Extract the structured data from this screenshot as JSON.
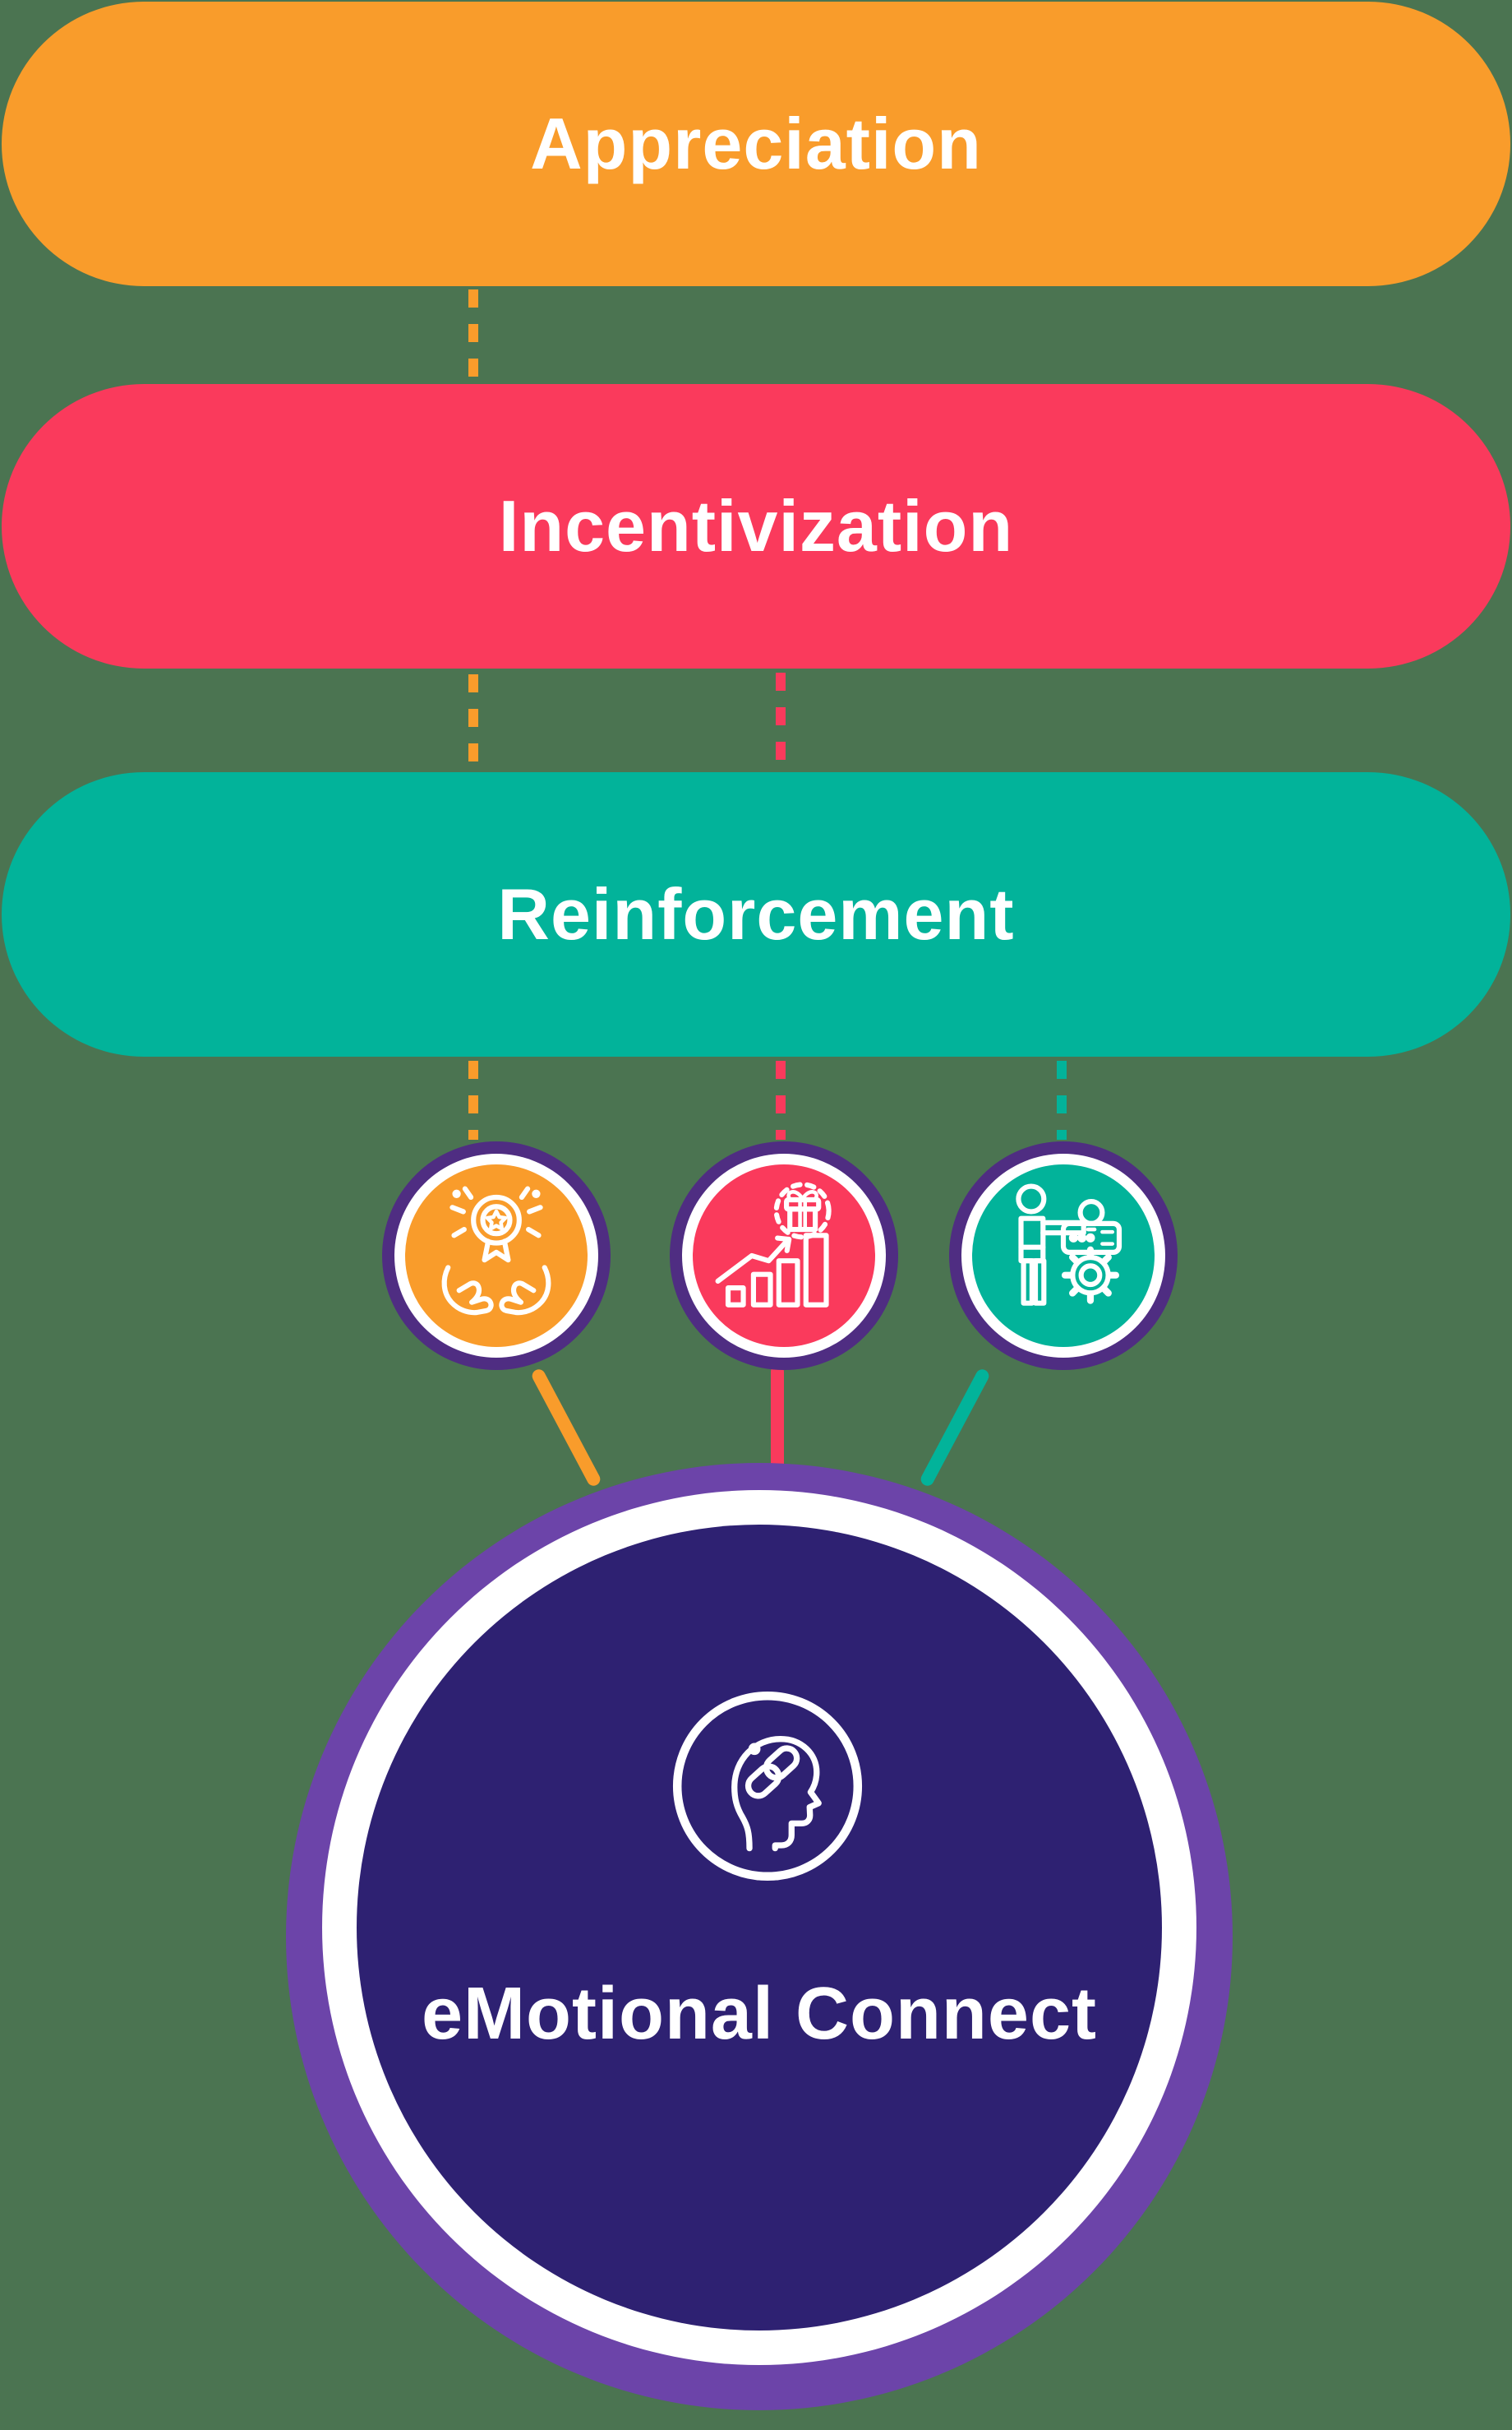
{
  "background_color": "#4B7451",
  "colors": {
    "orange": "#F99C2B",
    "red": "#FA3A5C",
    "teal": "#02B39A",
    "badge_ring_purple": "#4F2D82",
    "big_circle_halo": "#6C44A9",
    "big_circle_fill": "#2E2172",
    "text_white": "#FFFFFF"
  },
  "funnel_bars": [
    {
      "label": "Appreciation"
    },
    {
      "label": "Incentivization"
    },
    {
      "label": "Reinforcement"
    }
  ],
  "badges": [
    {
      "icon": "award-in-hands-icon"
    },
    {
      "icon": "growth-chart-gift-icon"
    },
    {
      "icon": "person-gear-idea-icon"
    }
  ],
  "center_circle": {
    "label": "eMotional Connect",
    "icon": "head-chain-link-icon"
  }
}
